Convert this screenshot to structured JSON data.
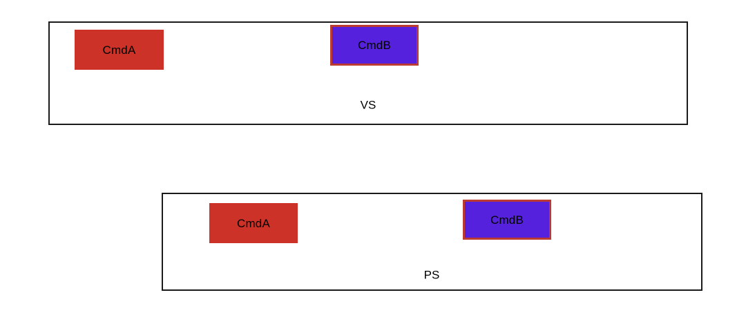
{
  "diagram": {
    "type": "timeline-comparison",
    "background_color": "#ffffff",
    "palette": {
      "cmd_a_fill": "#cd3228",
      "cmd_b_fill": "#5521dc",
      "cmd_b_border": "#bb3b31",
      "container_border": "#1a1a1a",
      "text": "#000000"
    },
    "timelines": [
      {
        "id": "vs",
        "caption": "VS",
        "blocks": [
          {
            "label": "CmdA",
            "style": "cmd-a"
          },
          {
            "label": "CmdB",
            "style": "cmd-b"
          }
        ]
      },
      {
        "id": "ps",
        "caption": "PS",
        "blocks": [
          {
            "label": "CmdA",
            "style": "cmd-a"
          },
          {
            "label": "CmdB",
            "style": "cmd-b"
          }
        ]
      }
    ]
  }
}
